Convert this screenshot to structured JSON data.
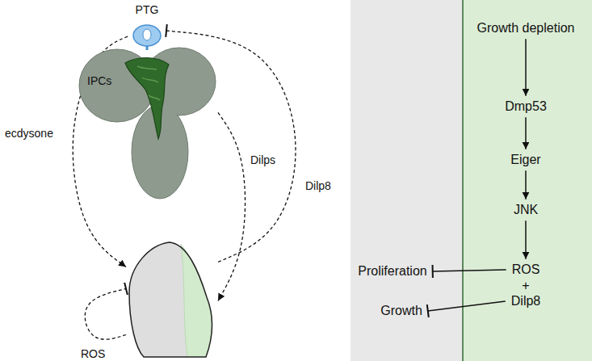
{
  "diagram": {
    "nodes": [
      {
        "text": [
          "PTG"
        ]
      },
      {
        "text": [
          "IPCs"
        ]
      },
      {
        "text": []
      },
      {
        "text": [
          "Growth depletion"
        ]
      },
      {
        "text": [
          "Dmp53"
        ]
      },
      {
        "text": [
          "Eiger"
        ]
      },
      {
        "text": [
          "JNK"
        ]
      },
      {
        "text": [
          "ROS"
        ]
      },
      {
        "text": [
          "Dilp8"
        ]
      },
      {
        "text": [
          "Proliferation"
        ]
      },
      {
        "text": [
          "Growth"
        ]
      }
    ],
    "edges": [
      {
        "from": 0,
        "to": 2,
        "label": "ecdysone",
        "arrow": "to"
      },
      {
        "from": 1,
        "to": 2,
        "label": "Dilps",
        "arrow": "to"
      },
      {
        "from": 2,
        "to": 0,
        "label": "Dilp8",
        "arrow": "to"
      },
      {
        "from": 2,
        "to": 2,
        "label": "ROS",
        "arrow": "to"
      },
      {
        "from": 3,
        "to": 4,
        "arrow": "to"
      },
      {
        "from": 4,
        "to": 5,
        "arrow": "to"
      },
      {
        "from": 5,
        "to": 6,
        "arrow": "to"
      },
      {
        "from": 6,
        "to": 7,
        "arrow": "to"
      },
      {
        "from": 7,
        "to": 9,
        "arrow": "to"
      },
      {
        "from": 8,
        "to": 10,
        "arrow": "to"
      }
    ],
    "labels": [
      "+"
    ]
  }
}
